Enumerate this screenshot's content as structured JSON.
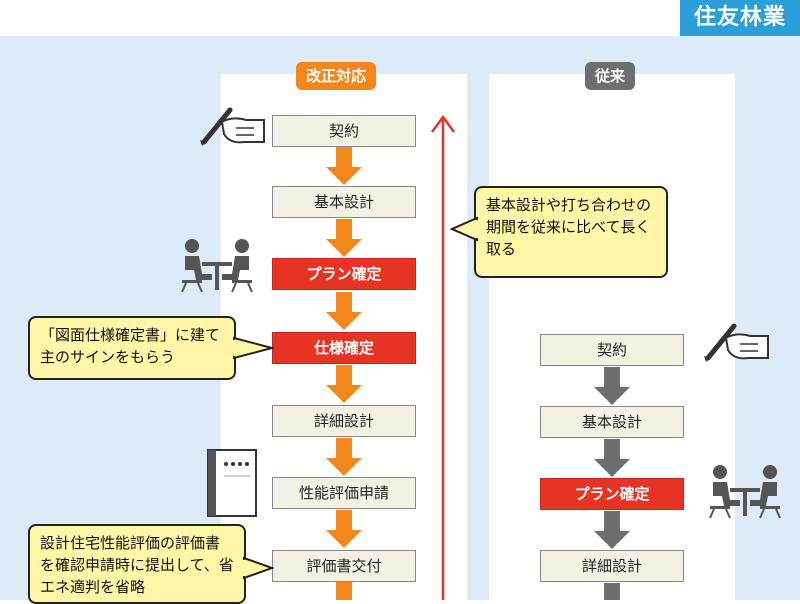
{
  "brand": "住友林業",
  "columns": {
    "left_header": "改正対応",
    "right_header": "従来"
  },
  "left_steps": [
    "契約",
    "基本設計",
    "プラン確定",
    "仕様確定",
    "詳細設計",
    "性能評価申請",
    "評価書交付"
  ],
  "right_steps": [
    "契約",
    "基本設計",
    "プラン確定",
    "詳細設計"
  ],
  "callouts": {
    "period": "基本設計や打ち合わせの期間を従来に比べて長く取る",
    "spec": "「図面仕様確定書」に建て主のサインをもらう",
    "evaluation": "設計住宅性能評価の評価書を確認申請時に提出して、省エネ適判を省略"
  },
  "colors": {
    "accent_orange": "#f2871c",
    "confirm_red": "#e63323",
    "conventional_gray": "#6e6e6e",
    "brand_blue": "#2a9fd8",
    "background": "#dcebf7",
    "callout_yellow": "#fff6a8"
  },
  "icons": [
    "pen-hand-icon",
    "meeting-icon",
    "document-icon"
  ]
}
